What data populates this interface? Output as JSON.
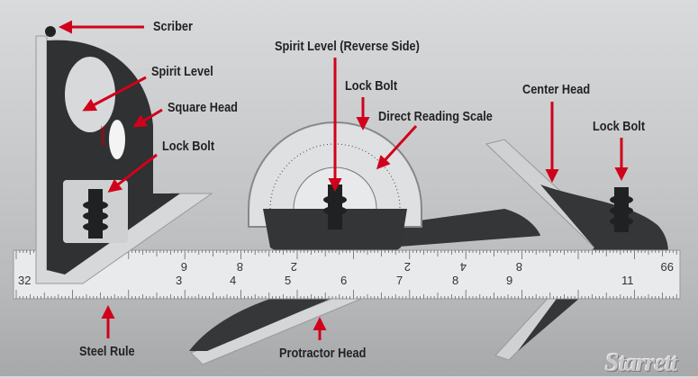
{
  "labels": {
    "scriber": "Scriber",
    "spirit_level": "Spirit Level",
    "square_head": "Square Head",
    "lock_bolt_1": "Lock Bolt",
    "spirit_level_reverse": "Spirit Level (Reverse Side)",
    "lock_bolt_2": "Lock Bolt",
    "direct_reading_scale": "Direct Reading Scale",
    "center_head": "Center Head",
    "lock_bolt_3": "Lock Bolt",
    "steel_rule": "Steel Rule",
    "protractor_head": "Protractor Head"
  },
  "square_head_brand": "Starrett",
  "logo": "Starrett",
  "rule": {
    "bottom_numbers": [
      "32",
      "3",
      "4",
      "5",
      "6",
      "7",
      "8",
      "9",
      "11"
    ],
    "top_numbers": [
      "6",
      "8",
      "2",
      "2",
      "4",
      "8",
      "99"
    ]
  },
  "colors": {
    "arrow": "#d0021b",
    "cast_iron": "#2f3133",
    "steel": "#e6e7e8"
  }
}
